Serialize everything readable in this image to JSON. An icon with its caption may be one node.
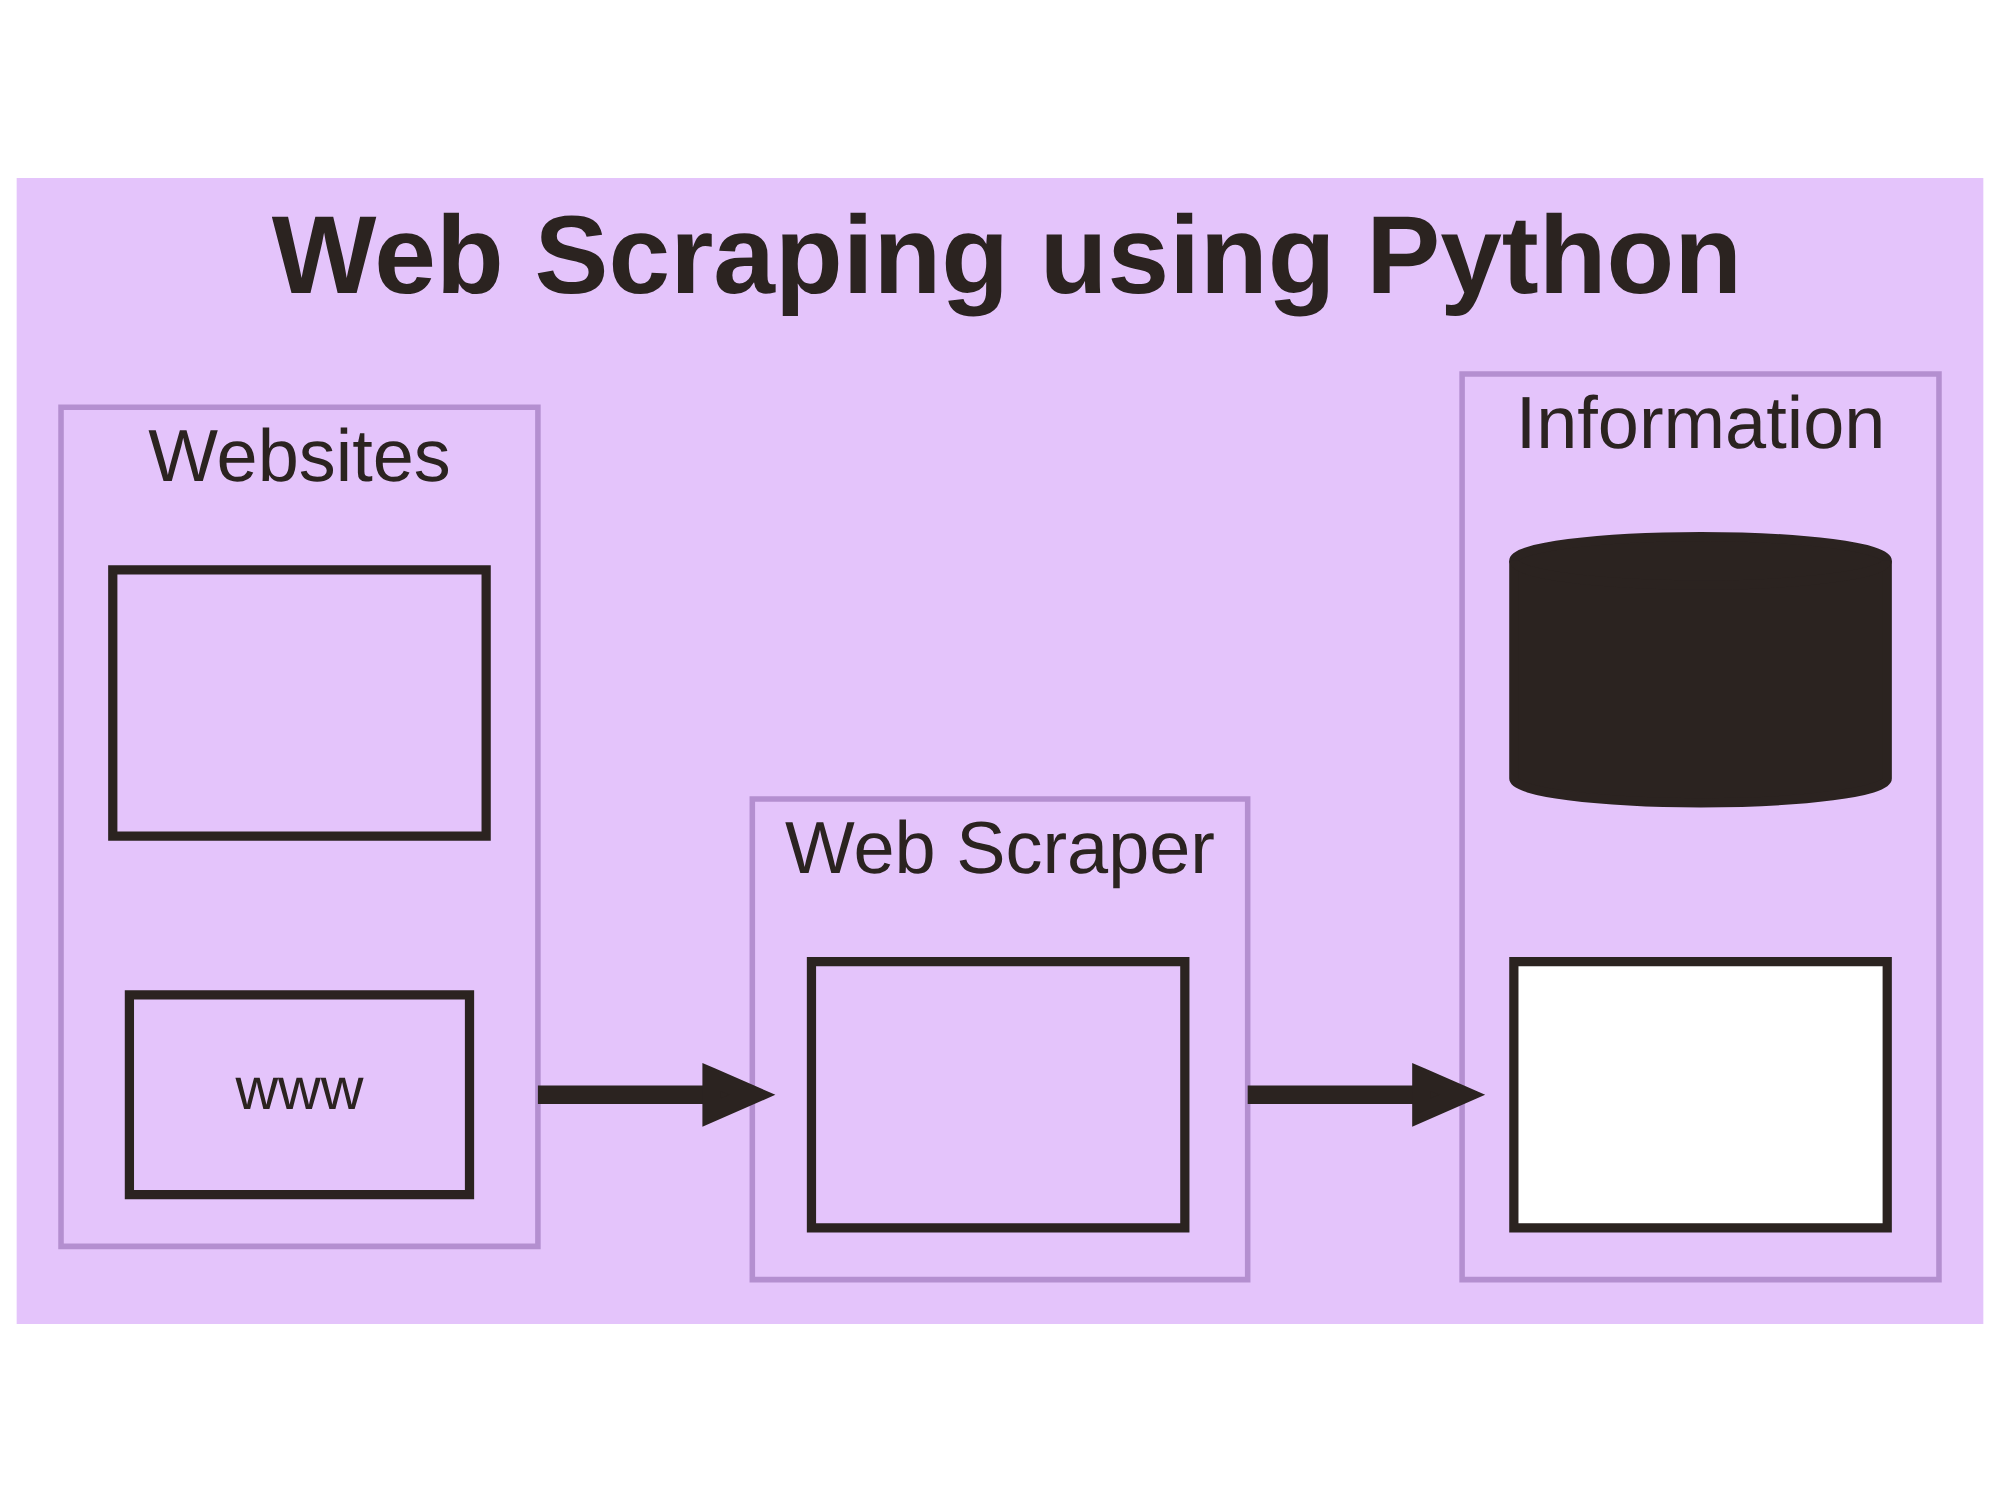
{
  "diagram": {
    "title": "Web Scraping using Python",
    "nodes": [
      {
        "text": [
          "Websites"
        ]
      },
      {
        "text": [],
        "shape": "box",
        "in": 0
      },
      {
        "text": [
          "www"
        ],
        "in": 0
      },
      {
        "text": [
          "Web Scraper"
        ]
      },
      {
        "text": [],
        "shape": "box",
        "in": 3
      },
      {
        "text": [
          "Information"
        ]
      },
      {
        "text": [],
        "shape": "cylinder",
        "in": 5
      },
      {
        "text": [],
        "shape": "box",
        "in": 5
      }
    ],
    "edges": [
      {
        "from": 0,
        "to": 3,
        "arrow": "to"
      },
      {
        "from": 3,
        "to": 5,
        "arrow": "to"
      }
    ]
  }
}
